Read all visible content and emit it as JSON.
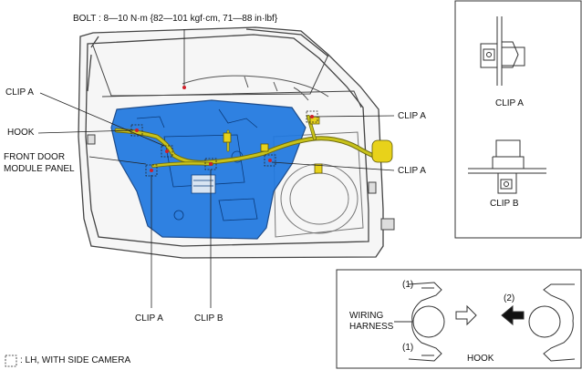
{
  "labels": {
    "bolt": "BOLT : 8—10 N·m {82—101 kgf·cm, 71—88 in·lbf}",
    "clip_a_left": "CLIP A",
    "hook": "HOOK",
    "front_door_line1": "FRONT DOOR",
    "front_door_line2": "MODULE PANEL",
    "clip_a_right_top": "CLIP A",
    "clip_a_right_mid": "CLIP A",
    "clip_a_bottom": "CLIP A",
    "clip_b_bottom": "CLIP B",
    "legend": ": LH, WITH SIDE CAMERA"
  },
  "detail_clips": {
    "clip_a": "CLIP A",
    "clip_b": "CLIP B"
  },
  "detail_hook": {
    "wiring": "WIRING",
    "harness": "HARNESS",
    "callout_1_top": "(1)",
    "callout_1_bottom": "(1)",
    "callout_2": "(2)",
    "title": "HOOK"
  },
  "colors": {
    "panel": "#1f78e0",
    "harness": "#c8c21a",
    "connector": "#e8d21a",
    "bolt_marker": "#d0202a"
  }
}
